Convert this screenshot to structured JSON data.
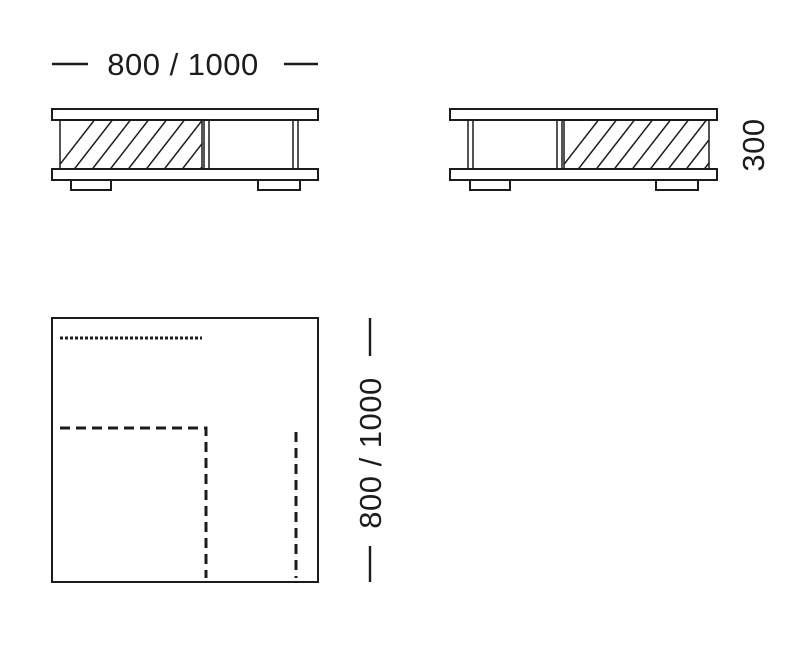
{
  "dimensions": {
    "front_width_label": "800 / 1000",
    "side_height_label": "300",
    "plan_depth_label": "800 / 1000"
  },
  "colors": {
    "line": "#1f1b1c",
    "background": "#ffffff"
  }
}
